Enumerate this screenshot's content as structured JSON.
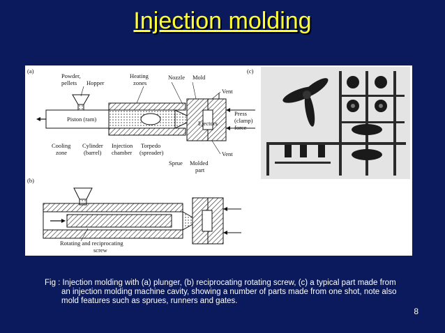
{
  "slide": {
    "title": "Injection molding",
    "page_number": "8",
    "caption_lines": [
      "Fig : Injection molding with (a) plunger, (b) reciprocating rotating screw, (c) a typical part made from",
      "an injection molding machine cavity, showing a number of parts made from one shot, note also",
      "mold features such as sprues, runners and gates."
    ]
  },
  "figure": {
    "panel_a": "(a)",
    "panel_b": "(b)",
    "panel_c": "(c)",
    "labels": {
      "powder_pellets_1": "Powder,",
      "powder_pellets_2": "pellets",
      "hopper": "Hopper",
      "heating_1": "Heating",
      "heating_2": "zones",
      "nozzle": "Nozzle",
      "mold": "Mold",
      "vent_top": "Vent",
      "press_1": "Press",
      "press_2": "(clamp)",
      "press_3": "force",
      "piston": "Piston (ram)",
      "ejectors": "Ejectors",
      "cooling_1": "Cooling",
      "cooling_2": "zone",
      "cylinder_1": "Cylinder",
      "cylinder_2": "(barrel)",
      "injection_1": "Injection",
      "injection_2": "chamber",
      "torpedo_1": "Torpedo",
      "torpedo_2": "(spreader)",
      "vent_bottom": "Vent",
      "sprue": "Sprue",
      "molded_1": "Molded",
      "molded_2": "part",
      "screw_1": "Rotating and reciprocating",
      "screw_2": "screw"
    }
  }
}
